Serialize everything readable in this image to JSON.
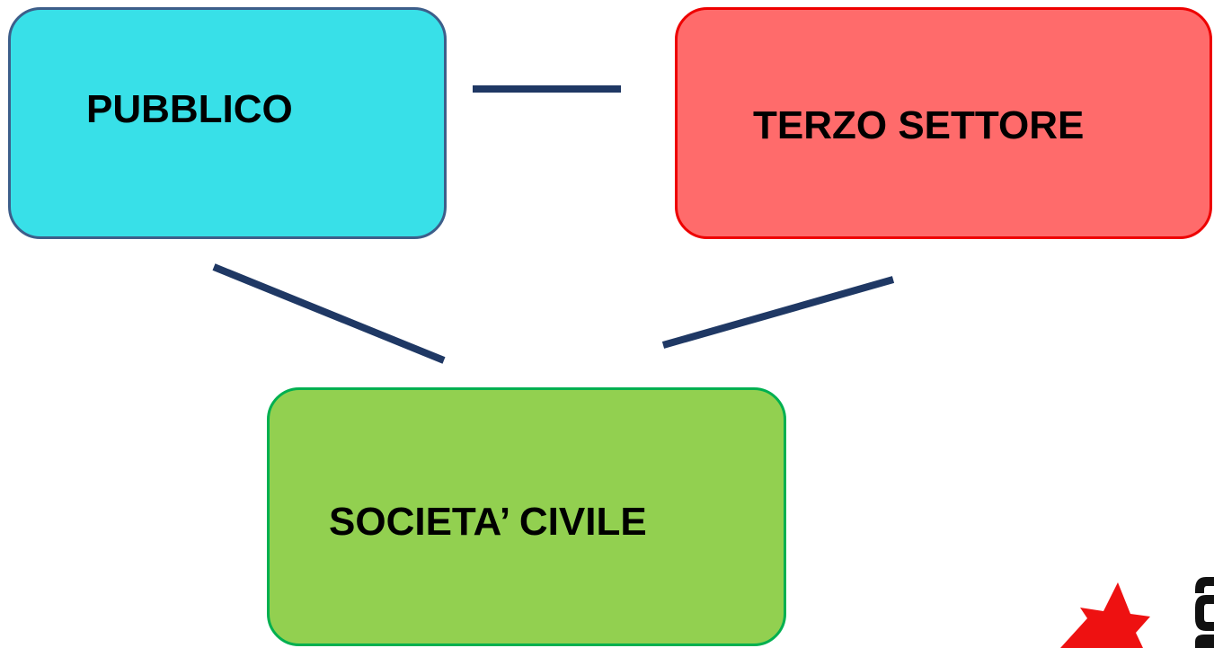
{
  "nodes": {
    "pubblico": {
      "label": "PUBBLICO"
    },
    "terzo_settore": {
      "label": "TERZO SETTORE"
    },
    "societa_civile": {
      "label": "SOCIETA’ CIVILE"
    }
  },
  "edges": [
    {
      "from": "pubblico",
      "to": "terzo_settore"
    },
    {
      "from": "pubblico",
      "to": "societa_civile"
    },
    {
      "from": "terzo_settore",
      "to": "societa_civile"
    }
  ],
  "colors": {
    "pubblico_fill": "#38e0e8",
    "pubblico_border": "#3d5e8a",
    "terzo_fill": "#ff6b6b",
    "terzo_border": "#ee0000",
    "societa_fill": "#92d050",
    "societa_border": "#00b050",
    "connector": "#1f3864",
    "logo_red": "#ee1111"
  },
  "logo": {
    "icon": "partial-logo-icon"
  }
}
